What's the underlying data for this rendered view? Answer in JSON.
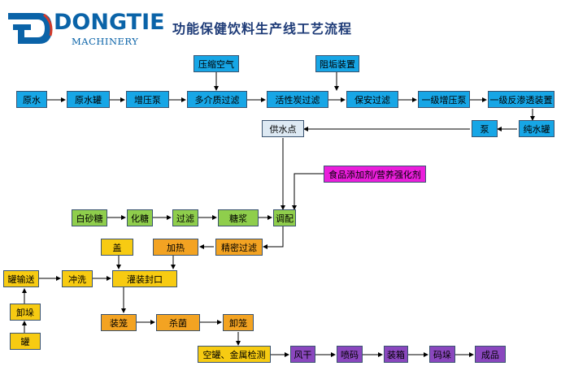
{
  "header": {
    "brand": "DONGTIE",
    "brand_sub": "MACHINERY",
    "title": "功能保健饮料生产线工艺流程"
  },
  "nodes": {
    "raw_water": "原水",
    "raw_water_tank": "原水罐",
    "booster_pump": "增压泵",
    "compressed_air": "压缩空气",
    "multimedia_filter": "多介质过滤",
    "activated_carbon_filter": "活性炭过滤",
    "scale_inhibitor": "阻垢装置",
    "security_filter": "保安过滤",
    "first_stage_pump": "一级增压泵",
    "first_stage_ro": "一级反渗透装置",
    "pure_water_tank": "纯水罐",
    "pump": "泵",
    "water_supply_point": "供水点",
    "food_additives": "食品添加剂/营养强化剂",
    "white_sugar": "白砂糖",
    "sugar_dissolving": "化糖",
    "filtering": "过滤",
    "syrup": "糖浆",
    "blending": "调配",
    "cap": "盖",
    "heating": "加热",
    "fine_filtering": "精密过滤",
    "can_conveying": "罐输送",
    "washing": "冲洗",
    "filling_sealing": "灌装封口",
    "unloading": "卸垛",
    "can": "罐",
    "loading_basket": "装笼",
    "sterilization": "杀菌",
    "unloading_basket": "卸笼",
    "empty_can_metal_detection": "空罐、金属检测",
    "air_drying": "风干",
    "coding": "喷码",
    "boxing": "装箱",
    "stacking": "码垛",
    "finished_product": "成品"
  },
  "colors": {
    "water_treatment": "#17a6e6",
    "supply": "#dde9f3",
    "syrup_line": "#8fce4c",
    "additive": "#ea1edb",
    "filling_line": "#f7cb12",
    "heating_line": "#f3a322",
    "packaging": "#8a47be",
    "brand": "#0a63a8"
  }
}
